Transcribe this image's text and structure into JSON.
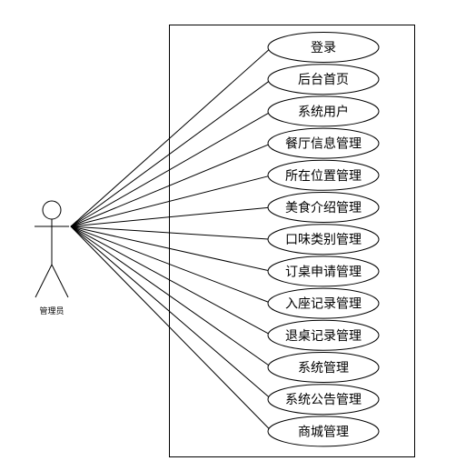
{
  "actor": {
    "label": "管理员"
  },
  "use_cases": [
    {
      "label": "登录"
    },
    {
      "label": "后台首页"
    },
    {
      "label": "系统用户"
    },
    {
      "label": "餐厅信息管理"
    },
    {
      "label": "所在位置管理"
    },
    {
      "label": "美食介绍管理"
    },
    {
      "label": "口味类别管理"
    },
    {
      "label": "订桌申请管理"
    },
    {
      "label": "入座记录管理"
    },
    {
      "label": "退桌记录管理"
    },
    {
      "label": "系统管理"
    },
    {
      "label": "系统公告管理"
    },
    {
      "label": "商城管理"
    }
  ]
}
